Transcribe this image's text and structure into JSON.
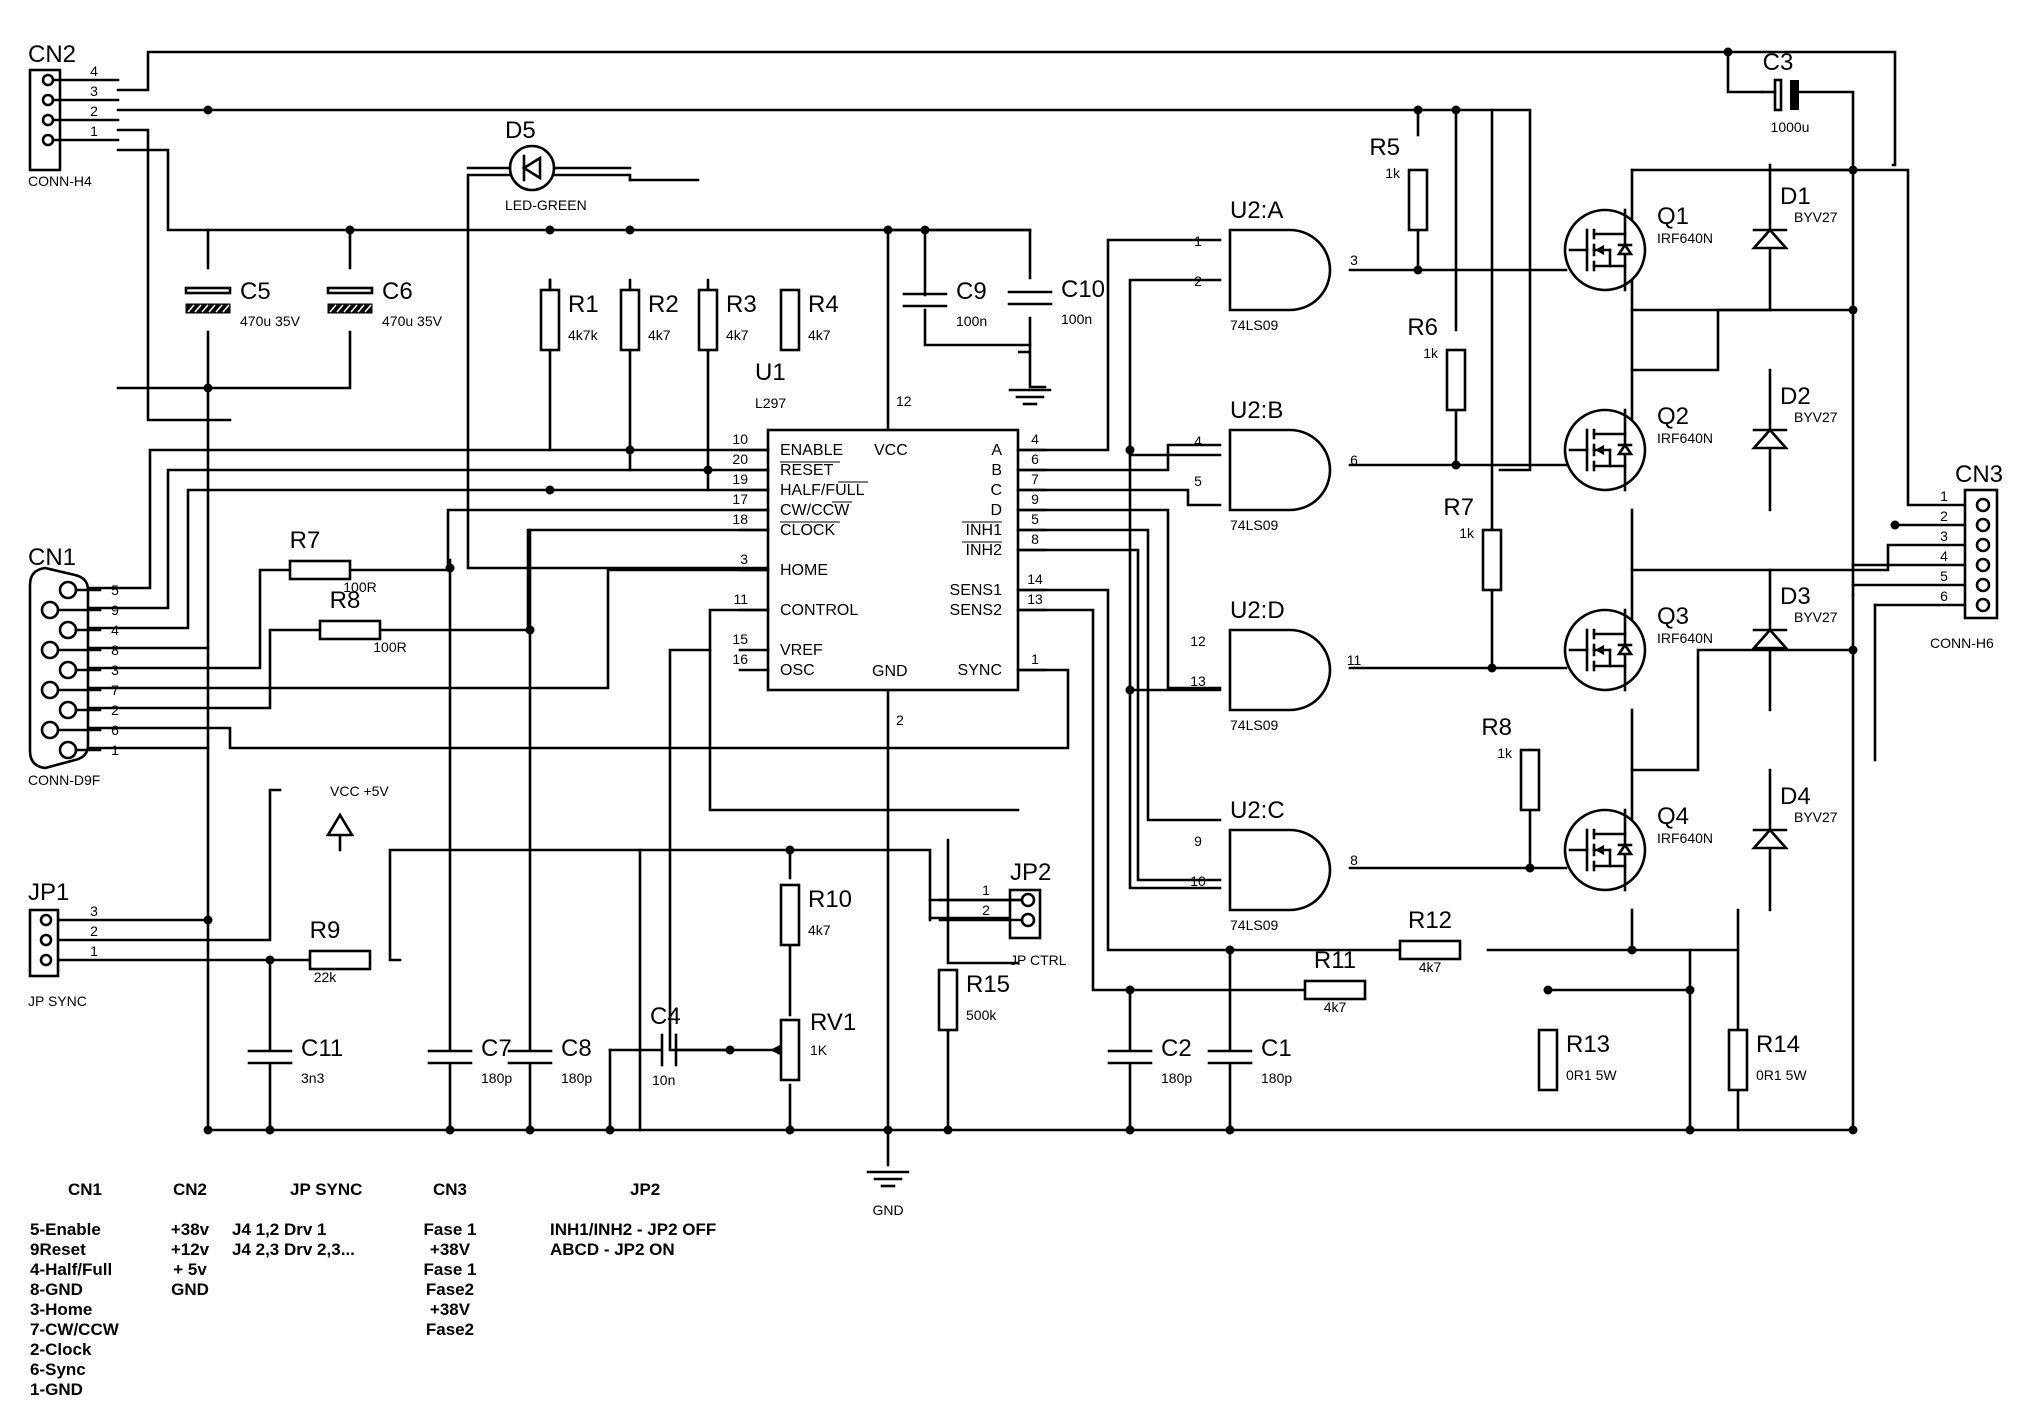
{
  "u1": {
    "ref": "U1",
    "value": "L297",
    "pins_left": [
      {
        "num": "10",
        "name": "ENABLE"
      },
      {
        "num": "20",
        "name": "RESET"
      },
      {
        "num": "19",
        "name": "HALF/FULL"
      },
      {
        "num": "17",
        "name": "CW/CCW"
      },
      {
        "num": "18",
        "name": "CLOCK"
      },
      {
        "num": "3",
        "name": "HOME"
      },
      {
        "num": "11",
        "name": "CONTROL"
      },
      {
        "num": "15",
        "name": "VREF"
      },
      {
        "num": "16",
        "name": "OSC"
      }
    ],
    "pins_right": [
      {
        "num": "4",
        "name": "A"
      },
      {
        "num": "6",
        "name": "B"
      },
      {
        "num": "7",
        "name": "C"
      },
      {
        "num": "9",
        "name": "D"
      },
      {
        "num": "5",
        "name": "INH1"
      },
      {
        "num": "8",
        "name": "INH2"
      },
      {
        "num": "14",
        "name": "SENS1"
      },
      {
        "num": "13",
        "name": "SENS2"
      },
      {
        "num": "1",
        "name": "SYNC"
      }
    ],
    "vcc": "VCC",
    "vcc_pin": "12",
    "gnd": "GND",
    "gnd_pin": "2"
  },
  "gates": [
    {
      "ref": "U2:A",
      "value": "74LS09",
      "in1": "1",
      "in2": "2",
      "out": "3"
    },
    {
      "ref": "U2:B",
      "value": "74LS09",
      "in1": "4",
      "in2": "5",
      "out": "6"
    },
    {
      "ref": "U2:D",
      "value": "74LS09",
      "in1": "12",
      "in2": "13",
      "out": "11"
    },
    {
      "ref": "U2:C",
      "value": "74LS09",
      "in1": "9",
      "in2": "10",
      "out": "8"
    }
  ],
  "mosfets": [
    {
      "ref": "Q1",
      "value": "IRF640N"
    },
    {
      "ref": "Q2",
      "value": "IRF640N"
    },
    {
      "ref": "Q3",
      "value": "IRF640N"
    },
    {
      "ref": "Q4",
      "value": "IRF640N"
    }
  ],
  "diodes": [
    {
      "ref": "D1",
      "value": "BYV27"
    },
    {
      "ref": "D2",
      "value": "BYV27"
    },
    {
      "ref": "D3",
      "value": "BYV27"
    },
    {
      "ref": "D4",
      "value": "BYV27"
    }
  ],
  "led": {
    "ref": "D5",
    "value": "LED-GREEN"
  },
  "resistors": {
    "R1": "4k7k",
    "R2": "4k7",
    "R3": "4k7",
    "R4": "4k7",
    "R5": "1k",
    "R6": "1k",
    "R7a": "1k",
    "R8a": "1k",
    "R7": "100R",
    "R8": "100R",
    "R9": "22k",
    "R10": "4k7",
    "R11": "4k7",
    "R12": "4k7",
    "R13": "0R1 5W",
    "R14": "0R1 5W",
    "R15": "500k",
    "RV1": "1K"
  },
  "capacitors": {
    "C1": "180p",
    "C2": "180p",
    "C3": "1000u",
    "C4": "10n",
    "C5": "470u 35V",
    "C6": "470u 35V",
    "C7": "180p",
    "C8": "180p",
    "C9": "100n",
    "C10": "100n",
    "C11": "3n3"
  },
  "connectors": {
    "CN1": {
      "ref": "CN1",
      "value": "CONN-D9F",
      "pins": [
        "5",
        "9",
        "4",
        "8",
        "3",
        "7",
        "2",
        "6",
        "1"
      ]
    },
    "CN2": {
      "ref": "CN2",
      "value": "CONN-H4",
      "pins": [
        "4",
        "3",
        "2",
        "1"
      ]
    },
    "CN3": {
      "ref": "CN3",
      "value": "CONN-H6",
      "pins": [
        "1",
        "2",
        "3",
        "4",
        "5",
        "6"
      ]
    },
    "JP1": {
      "ref": "JP1",
      "value": "JP SYNC",
      "pins": [
        "3",
        "2",
        "1"
      ]
    },
    "JP2": {
      "ref": "JP2",
      "value": "JP CTRL",
      "pins": [
        "1",
        "2"
      ]
    }
  },
  "power": {
    "vcc": "VCC +5V",
    "gnd": "GND"
  },
  "legend": {
    "cn1": {
      "title": "CN1",
      "lines": [
        "5-Enable",
        "9Reset",
        "4-Half/Full",
        "8-GND",
        "3-Home",
        "7-CW/CCW",
        "2-Clock",
        "6-Sync",
        "1-GND"
      ]
    },
    "cn2": {
      "title": "CN2",
      "lines": [
        "+38v",
        "+12v",
        "+ 5v",
        "GND"
      ]
    },
    "jpsync": {
      "title": "JP SYNC",
      "lines": [
        "J4 1,2 Drv 1",
        "J4 2,3 Drv 2,3..."
      ]
    },
    "cn3": {
      "title": "CN3",
      "lines": [
        "Fase 1",
        "+38V",
        "Fase 1",
        "Fase2",
        "+38V",
        "Fase2"
      ]
    },
    "jp2": {
      "title": "JP2",
      "lines": [
        "INH1/INH2 - JP2 OFF",
        "ABCD - JP2 ON"
      ]
    }
  }
}
